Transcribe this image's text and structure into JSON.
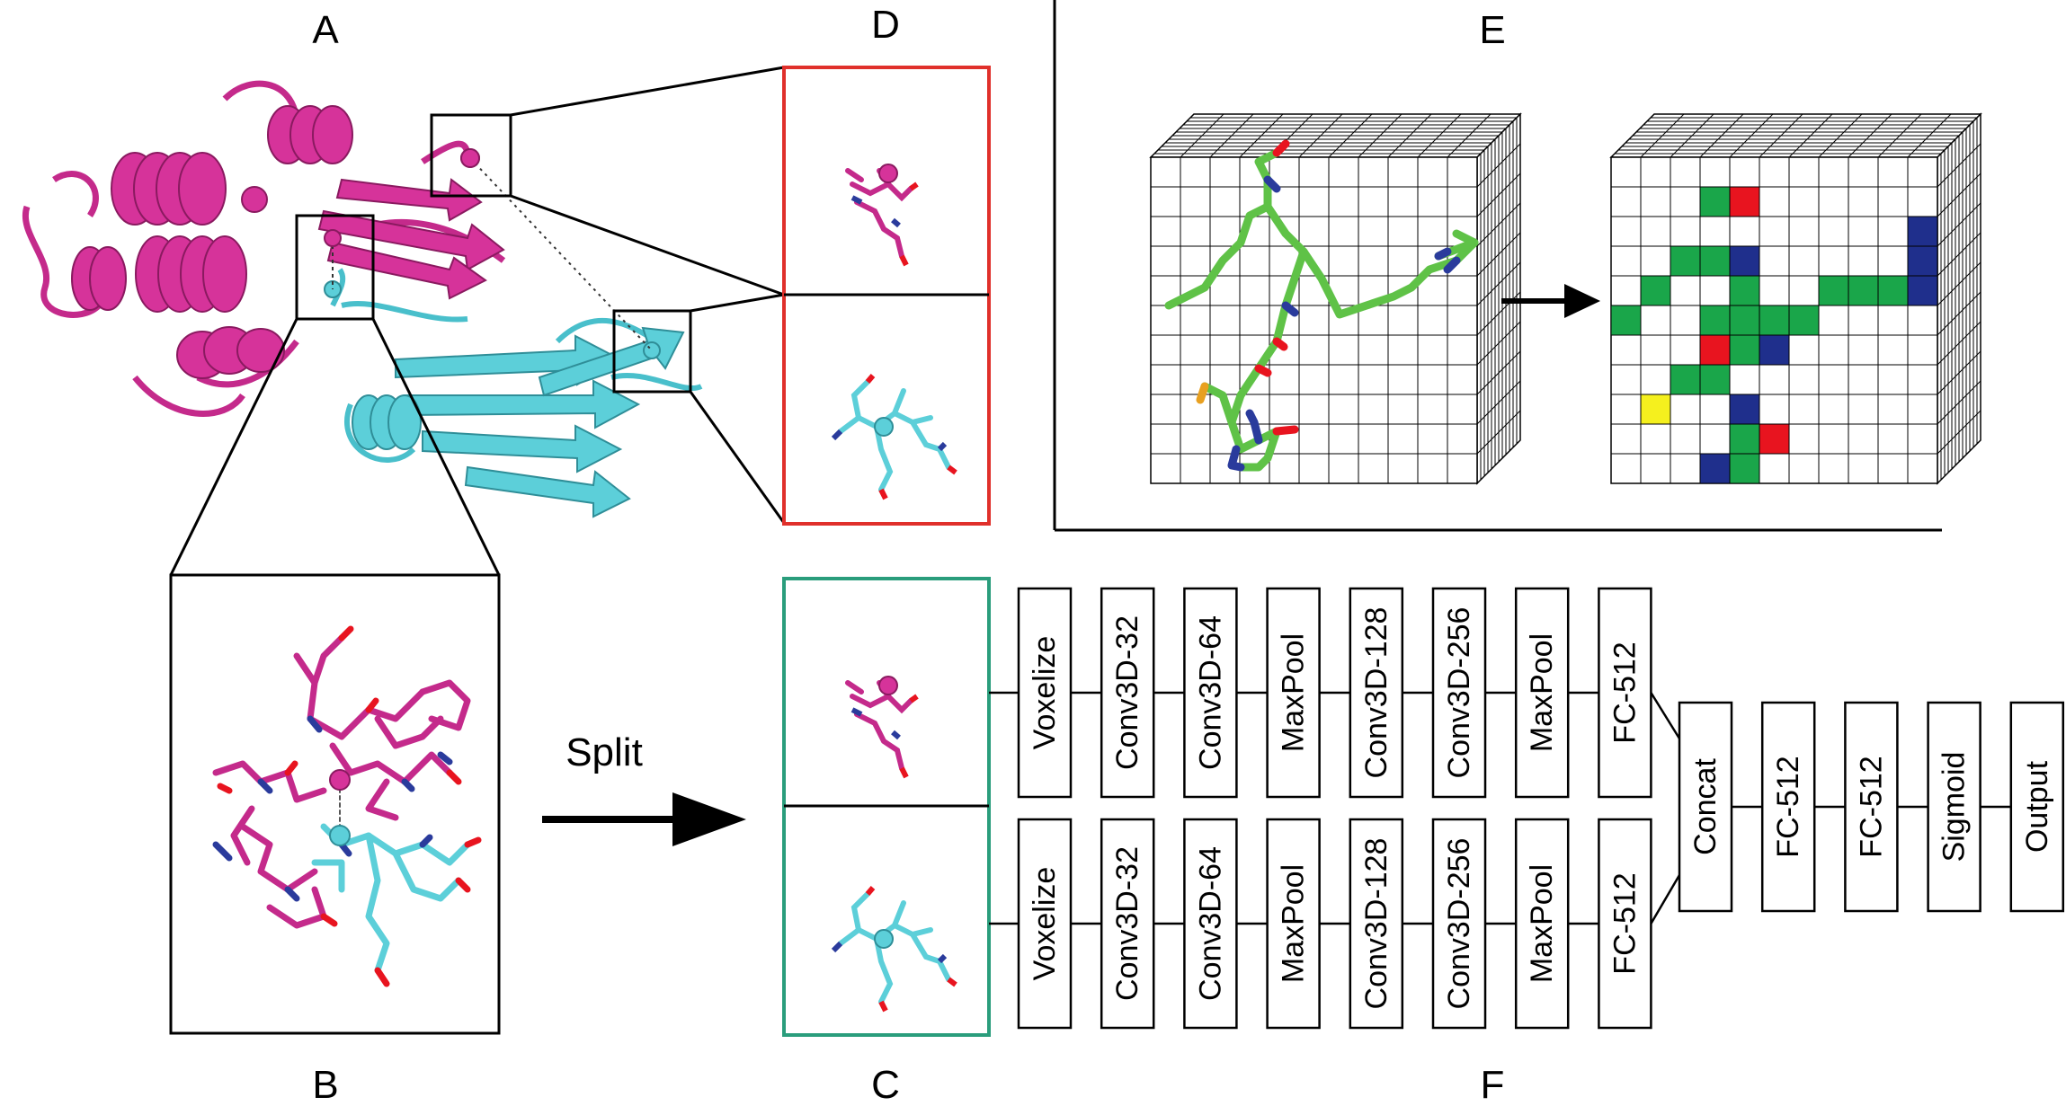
{
  "panels": {
    "a": "A",
    "b": "B",
    "c": "C",
    "d": "D",
    "e": "E",
    "f": "F"
  },
  "split_label": "Split",
  "colors": {
    "protein_a": "#d6339a",
    "protein_b": "#5ccfd9",
    "panel_d_border": "#e0302b",
    "panel_c_border": "#2a9d7c",
    "voxel_carbon": "#1aa64a",
    "voxel_oxygen": "#e8141f",
    "voxel_nitrogen": "#1f2f8c",
    "voxel_sulfur": "#f5f01e",
    "ligand_stick": "#5fc247"
  },
  "network": {
    "top_branch": [
      "Voxelize",
      "Conv3D-32",
      "Conv3D-64",
      "MaxPool",
      "Conv3D-128",
      "Conv3D-256",
      "MaxPool",
      "FC-512"
    ],
    "bottom_branch": [
      "Voxelize",
      "Conv3D-32",
      "Conv3D-64",
      "MaxPool",
      "Conv3D-128",
      "Conv3D-256",
      "MaxPool",
      "FC-512"
    ],
    "merged": [
      "Concat",
      "FC-512",
      "FC-512",
      "Sigmoid",
      "Output"
    ]
  }
}
